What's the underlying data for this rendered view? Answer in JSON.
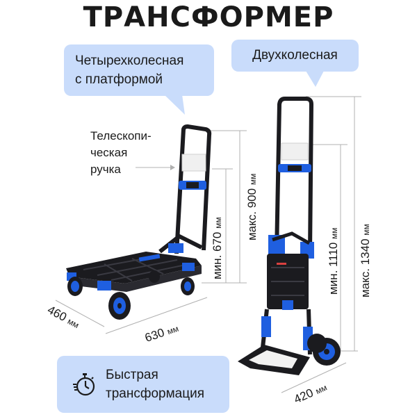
{
  "title": "ТРАНСФОРМЕР",
  "four_wheel": {
    "line1": "Четырехколесная",
    "line2": "с платформой"
  },
  "two_wheel": {
    "label": "Двухколесная"
  },
  "handle": {
    "line1": "Телескопи-",
    "line2": "ческая",
    "line3": "ручка"
  },
  "dimensions": {
    "min_height_4w": {
      "value": "мин. 670",
      "unit": "мм"
    },
    "max_height_4w": {
      "value": "макс. 900",
      "unit": "мм"
    },
    "width_4w": {
      "value": "460",
      "unit": "мм"
    },
    "length_4w": {
      "value": "630",
      "unit": "мм"
    },
    "min_height_2w": {
      "value": "мин. 1110",
      "unit": "мм"
    },
    "max_height_2w": {
      "value": "макс. 1340",
      "unit": "мм"
    },
    "width_2w": {
      "value": "420",
      "unit": "мм"
    }
  },
  "feature": {
    "line1": "Быстрая",
    "line2": "трансформация",
    "icon": "stopwatch-icon"
  },
  "colors": {
    "bubble": "#c9dcfb",
    "frame": "#1b1b1f",
    "accent_blue": "#1f5fe0"
  }
}
